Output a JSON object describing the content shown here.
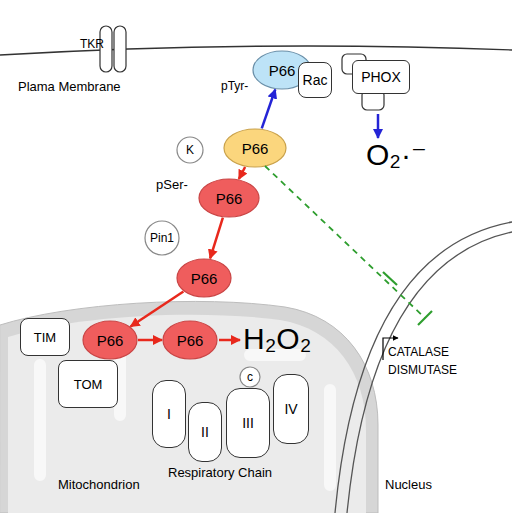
{
  "diagram": {
    "nodes": [
      {
        "text": [
          "P66"
        ]
      },
      {
        "text": [
          "Rac"
        ]
      },
      {
        "text": [
          "PHOX"
        ]
      },
      {
        "text": [
          "P66"
        ]
      },
      {
        "text": [
          "K"
        ]
      },
      {
        "text": [
          "P66"
        ]
      },
      {
        "text": [
          "Pin1"
        ]
      },
      {
        "text": [
          "P66"
        ]
      },
      {
        "text": [
          "Mitochondrion"
        ]
      },
      {
        "text": [
          "TIM"
        ],
        "in": 8
      },
      {
        "text": [
          "TOM"
        ],
        "in": 8
      },
      {
        "text": [
          "P66"
        ],
        "in": 8
      },
      {
        "text": [
          "P66"
        ],
        "in": 8
      },
      {
        "text": [
          "c"
        ],
        "in": 8
      },
      {
        "text": [
          "I"
        ],
        "in": 8
      },
      {
        "text": [
          "II"
        ],
        "in": 8
      },
      {
        "text": [
          "III"
        ],
        "in": 8
      },
      {
        "text": [
          "IV"
        ],
        "in": 8
      },
      {
        "text": [
          "Nucleus"
        ]
      }
    ],
    "edges": [
      {
        "from": 3,
        "to": 0,
        "arrow": "to"
      },
      {
        "from": 3,
        "to": 5,
        "arrow": "to"
      },
      {
        "from": 5,
        "to": 7,
        "arrow": "to"
      },
      {
        "from": 7,
        "to": 11,
        "arrow": "to"
      },
      {
        "from": 11,
        "to": 12,
        "arrow": "to"
      }
    ],
    "labels": [
      "Plama Membrane",
      "TKR",
      "pTyr-",
      "O₂·⁻",
      "pSer-",
      "H₂O₂",
      "CATALASE",
      "DISMUTASE",
      "Respiratory Chain"
    ]
  }
}
